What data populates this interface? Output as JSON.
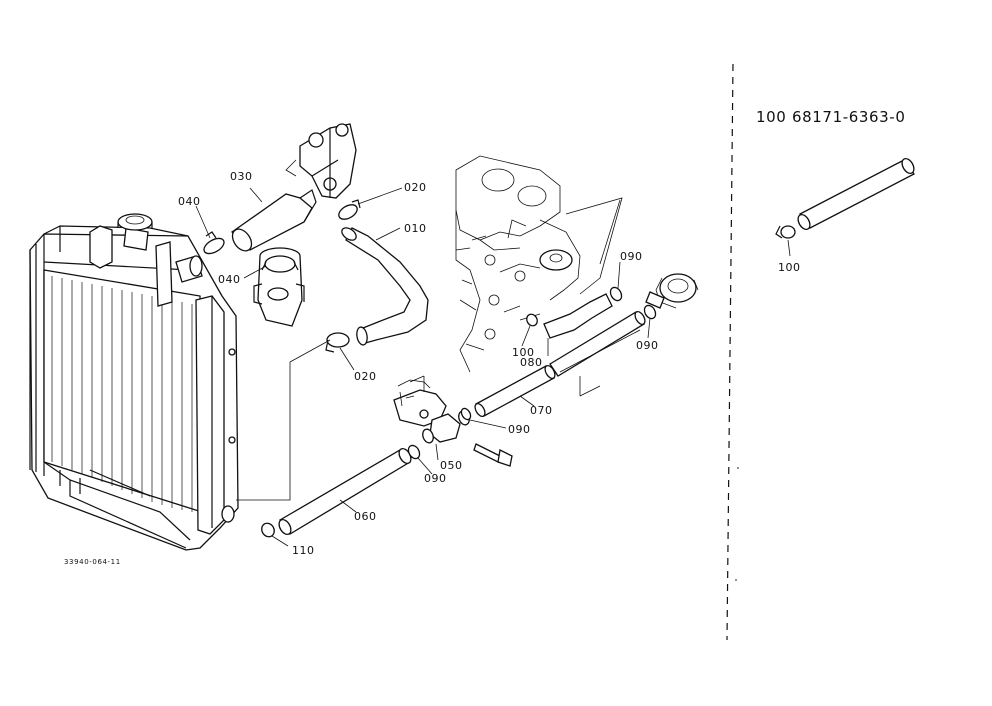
{
  "drawing_code": "33940-064-11",
  "inset_caption": {
    "ref": "100",
    "part_number": "68171-6363-0"
  },
  "callouts": {
    "c010": "010",
    "c020a": "020",
    "c020b": "020",
    "c030": "030",
    "c040a": "040",
    "c040b": "040",
    "c050": "050",
    "c060": "060",
    "c070": "070",
    "c080": "080",
    "c090a": "090",
    "c090b": "090",
    "c090c": "090",
    "c090d": "090",
    "c100a": "100",
    "c100b": "100",
    "c110": "110"
  }
}
